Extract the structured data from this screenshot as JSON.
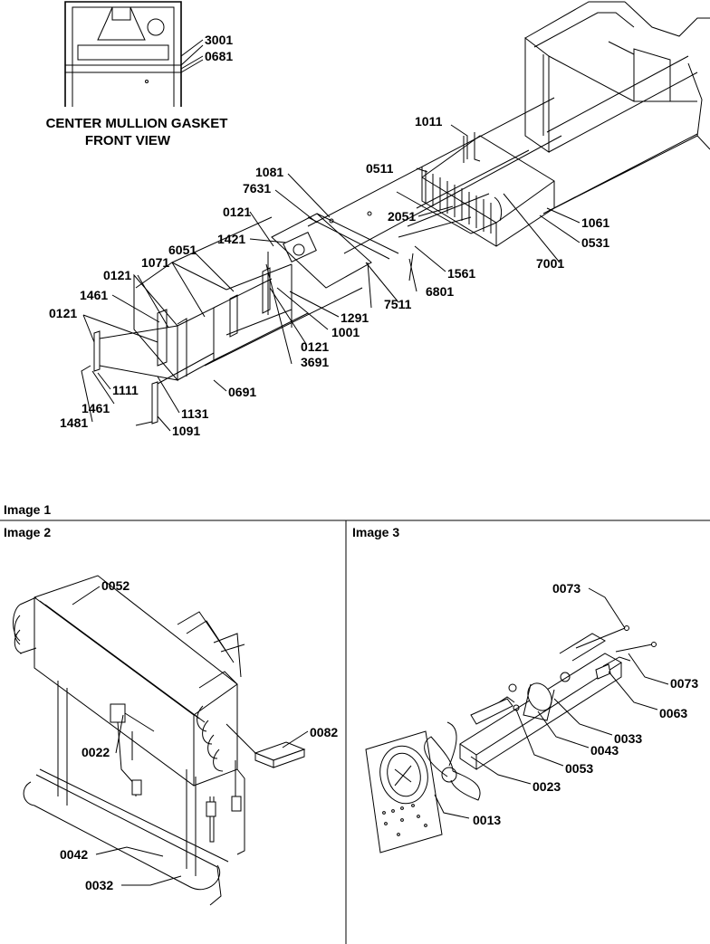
{
  "caption": {
    "line1": "CENTER MULLION GASKET",
    "line2": "FRONT VIEW"
  },
  "sections": {
    "image1": "Image 1",
    "image2": "Image 2",
    "image3": "Image 3"
  },
  "callouts_image1": [
    "3001",
    "0681",
    "1011",
    "0511",
    "1081",
    "7631",
    "0121",
    "1421",
    "2051",
    "1061",
    "0531",
    "7001",
    "1561",
    "6801",
    "7511",
    "6051",
    "1071",
    "0121",
    "1461",
    "0121",
    "1291",
    "1001",
    "0121",
    "3691",
    "0691",
    "1111",
    "1461",
    "1131",
    "1481",
    "1091"
  ],
  "callouts_image2": [
    "0052",
    "0022",
    "0082",
    "0042",
    "0032"
  ],
  "callouts_image3": [
    "0073",
    "0073",
    "0063",
    "0033",
    "0043",
    "0053",
    "0023",
    "0013"
  ]
}
